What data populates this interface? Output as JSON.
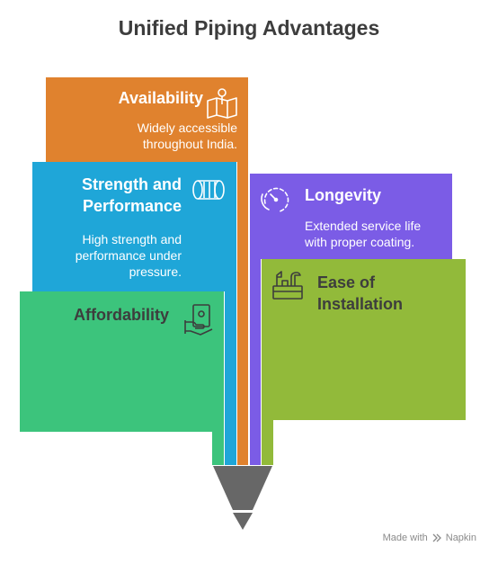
{
  "title": "Unified Piping Advantages",
  "colors": {
    "orange": "#E0822E",
    "blue": "#1FA6D8",
    "green": "#3CC47C",
    "purple": "#7B5CE6",
    "olive": "#92BA3A",
    "pencil_tip": "#676767"
  },
  "items": [
    {
      "title": "Availability",
      "desc": [
        "Widely accessible",
        "throughout India."
      ],
      "icon": "map-pin-icon"
    },
    {
      "title": [
        "Strength and",
        "Performance"
      ],
      "desc": [
        "High strength and",
        "performance under",
        "pressure."
      ],
      "icon": "pipe-icon"
    },
    {
      "title": "Affordability",
      "desc": [],
      "icon": "money-hand-icon"
    },
    {
      "title": "Longevity",
      "desc": [
        "Extended service life",
        "with proper coating."
      ],
      "icon": "timer-icon"
    },
    {
      "title": [
        "Ease of",
        "Installation"
      ],
      "desc": [],
      "icon": "toolbox-icon"
    }
  ],
  "footer": {
    "made_with": "Made with",
    "brand": "Napkin"
  }
}
